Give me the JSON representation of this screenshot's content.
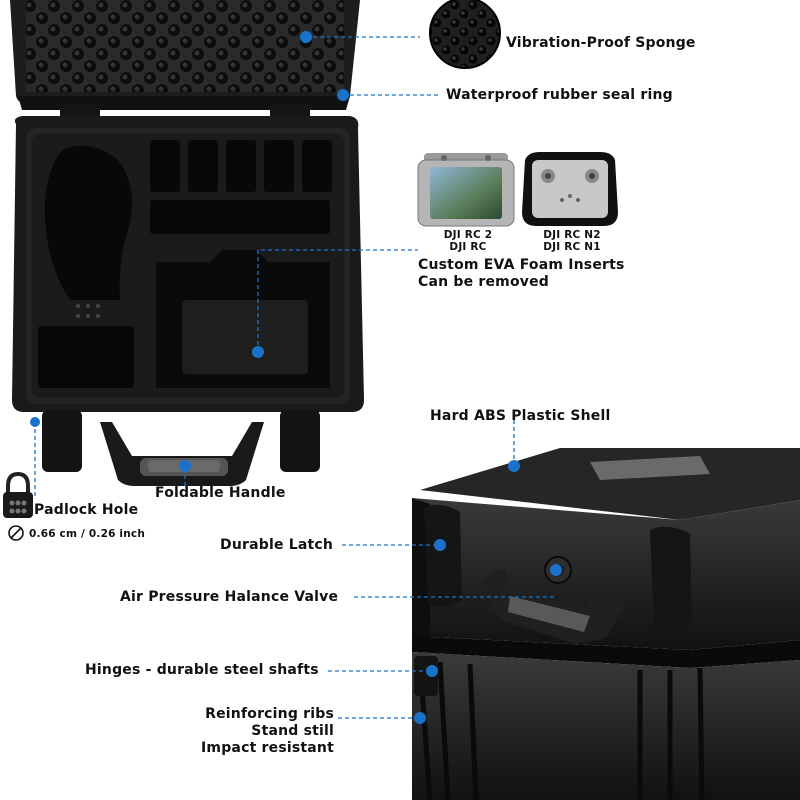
{
  "labels": {
    "vibration_sponge": "Vibration-Proof Sponge",
    "seal_ring": "Waterproof rubber seal ring",
    "rc_left_line1": "DJI RC 2",
    "rc_left_line2": "DJI RC",
    "rc_right_line1": "DJI RC N2",
    "rc_right_line2": "DJI RC N1",
    "foam_line1": "Custom EVA Foam Inserts",
    "foam_line2": "Can be removed",
    "hard_shell": "Hard ABS Plastic Shell",
    "foldable_handle": "Foldable Handle",
    "padlock_hole": "Padlock Hole",
    "padlock_size": "0.66 cm / 0.26 inch",
    "durable_latch": "Durable Latch",
    "air_valve": "Air Pressure Halance Valve",
    "hinges": "Hinges - durable steel shafts",
    "ribs_line1": "Reinforcing ribs",
    "ribs_line2": "Stand still",
    "ribs_line3": "Impact resistant"
  },
  "colors": {
    "accent": "#1a73c9",
    "case": "#1c1c1c",
    "foam": "#222222",
    "text": "#111111"
  },
  "icons": [
    "padlock-icon",
    "diameter-icon",
    "foam-sample-icon"
  ]
}
